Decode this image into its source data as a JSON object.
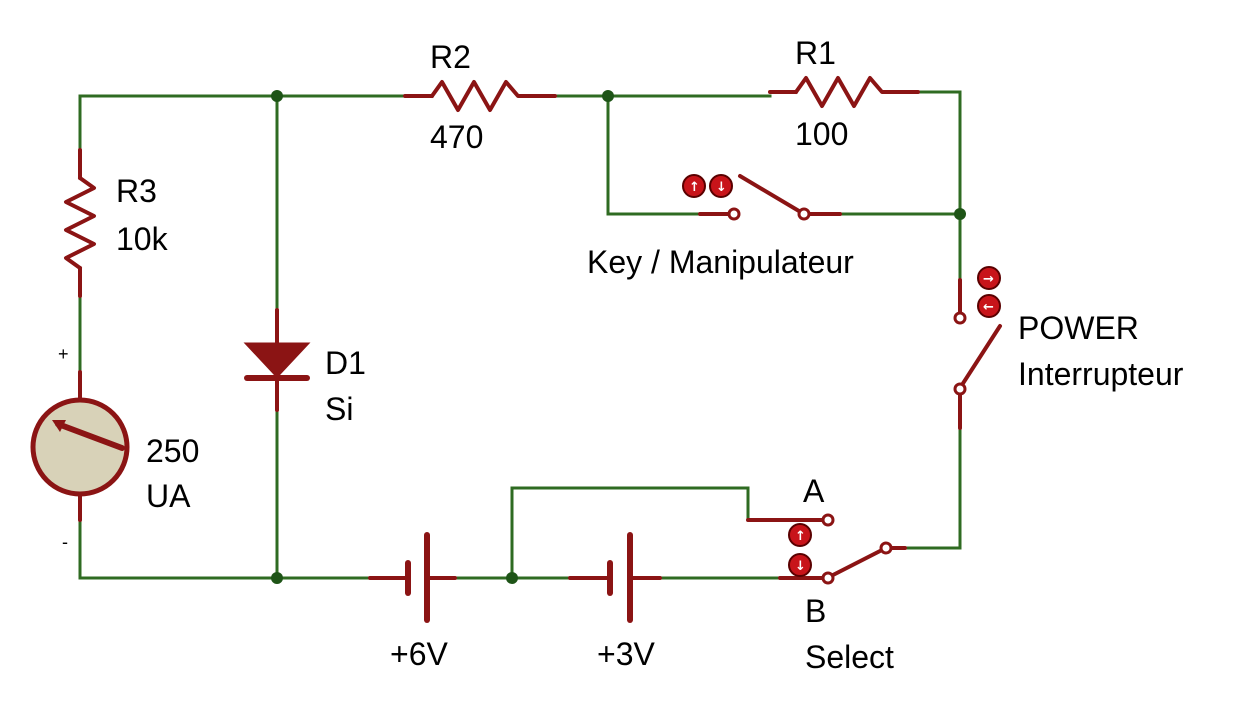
{
  "components": {
    "r1": {
      "name": "R1",
      "value": "100"
    },
    "r2": {
      "name": "R2",
      "value": "470"
    },
    "r3": {
      "name": "R3",
      "value": "10k"
    },
    "d1": {
      "name": "D1",
      "value": "Si"
    },
    "meter": {
      "value": "250",
      "unit": "UA",
      "plus": "+",
      "minus": "-"
    },
    "bat1": {
      "value": "+6V"
    },
    "bat2": {
      "value": "+3V"
    },
    "key": {
      "label": "Key / Manipulateur"
    },
    "power": {
      "label1": "POWER",
      "label2": "Interrupteur"
    },
    "select": {
      "a": "A",
      "b": "B",
      "label": "Select"
    }
  },
  "controls": {
    "up": "↑",
    "down": "↓",
    "left": "←",
    "right": "→"
  },
  "colors": {
    "wire": "#2f6b22",
    "component": "#8b1414",
    "node": "#1e5417",
    "meter_face": "#d8d2b8",
    "button": "#c8141a"
  }
}
